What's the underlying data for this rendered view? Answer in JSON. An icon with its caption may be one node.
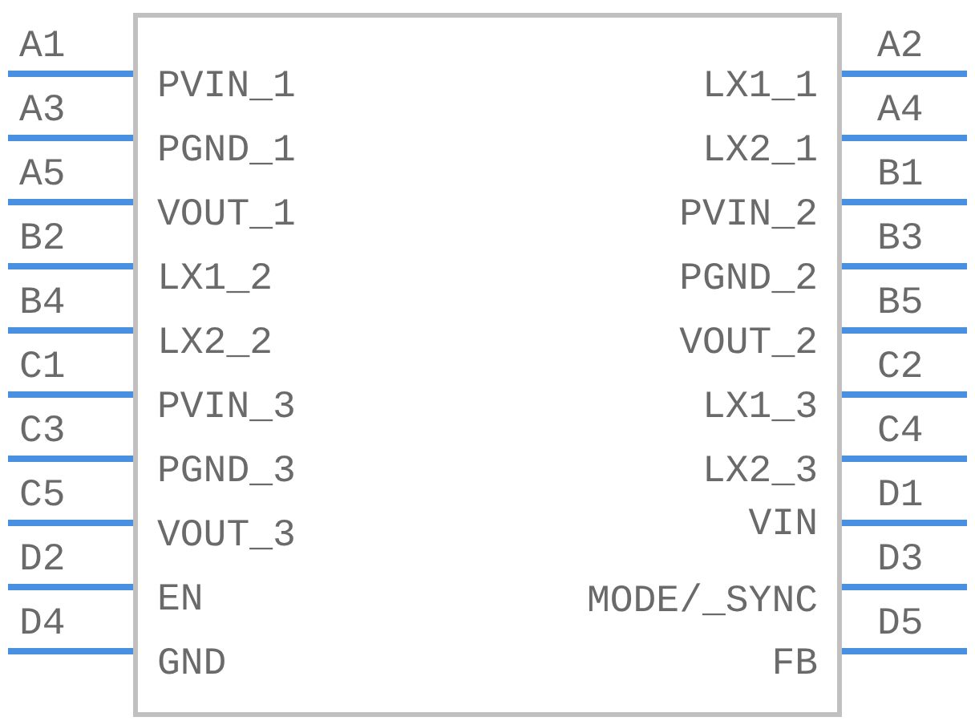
{
  "diagram": {
    "nodes": [
      {
        "text": [
          "PVIN_1",
          "PGND_1",
          "VOUT_1",
          "LX1_2",
          "LX2_2",
          "PVIN_3",
          "PGND_3",
          "VOUT_3",
          "EN",
          "GND",
          "LX1_1",
          "LX2_1",
          "PVIN_2",
          "PGND_2",
          "VOUT_2",
          "LX1_3",
          "LX2_3",
          "VIN",
          "MODE/_SYNC",
          "FB"
        ]
      }
    ],
    "labels": [
      "A1",
      "A3",
      "A5",
      "B2",
      "B4",
      "C1",
      "C3",
      "C5",
      "D2",
      "D4",
      "A2",
      "A4",
      "B1",
      "B3",
      "B5",
      "C2",
      "C4",
      "D1",
      "D3",
      "D5"
    ]
  }
}
